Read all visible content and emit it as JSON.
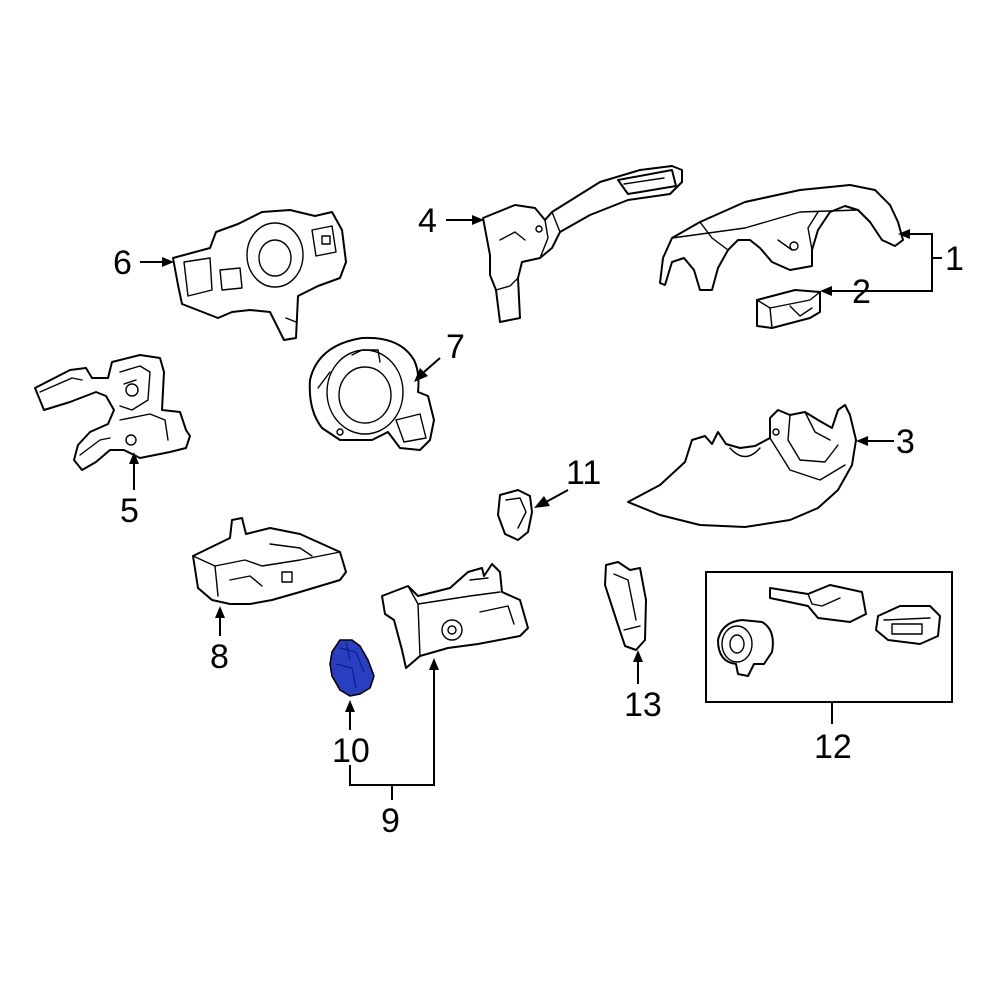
{
  "callouts": {
    "c1": "1",
    "c2": "2",
    "c3": "3",
    "c4": "4",
    "c5": "5",
    "c6": "6",
    "c7": "7",
    "c8": "8",
    "c9": "9",
    "c10": "10",
    "c11": "11",
    "c12": "12",
    "c13": "13"
  },
  "highlighted_part": "10",
  "colors": {
    "highlight_fill": "#2a3fbf",
    "line": "#000000",
    "background": "#ffffff"
  }
}
